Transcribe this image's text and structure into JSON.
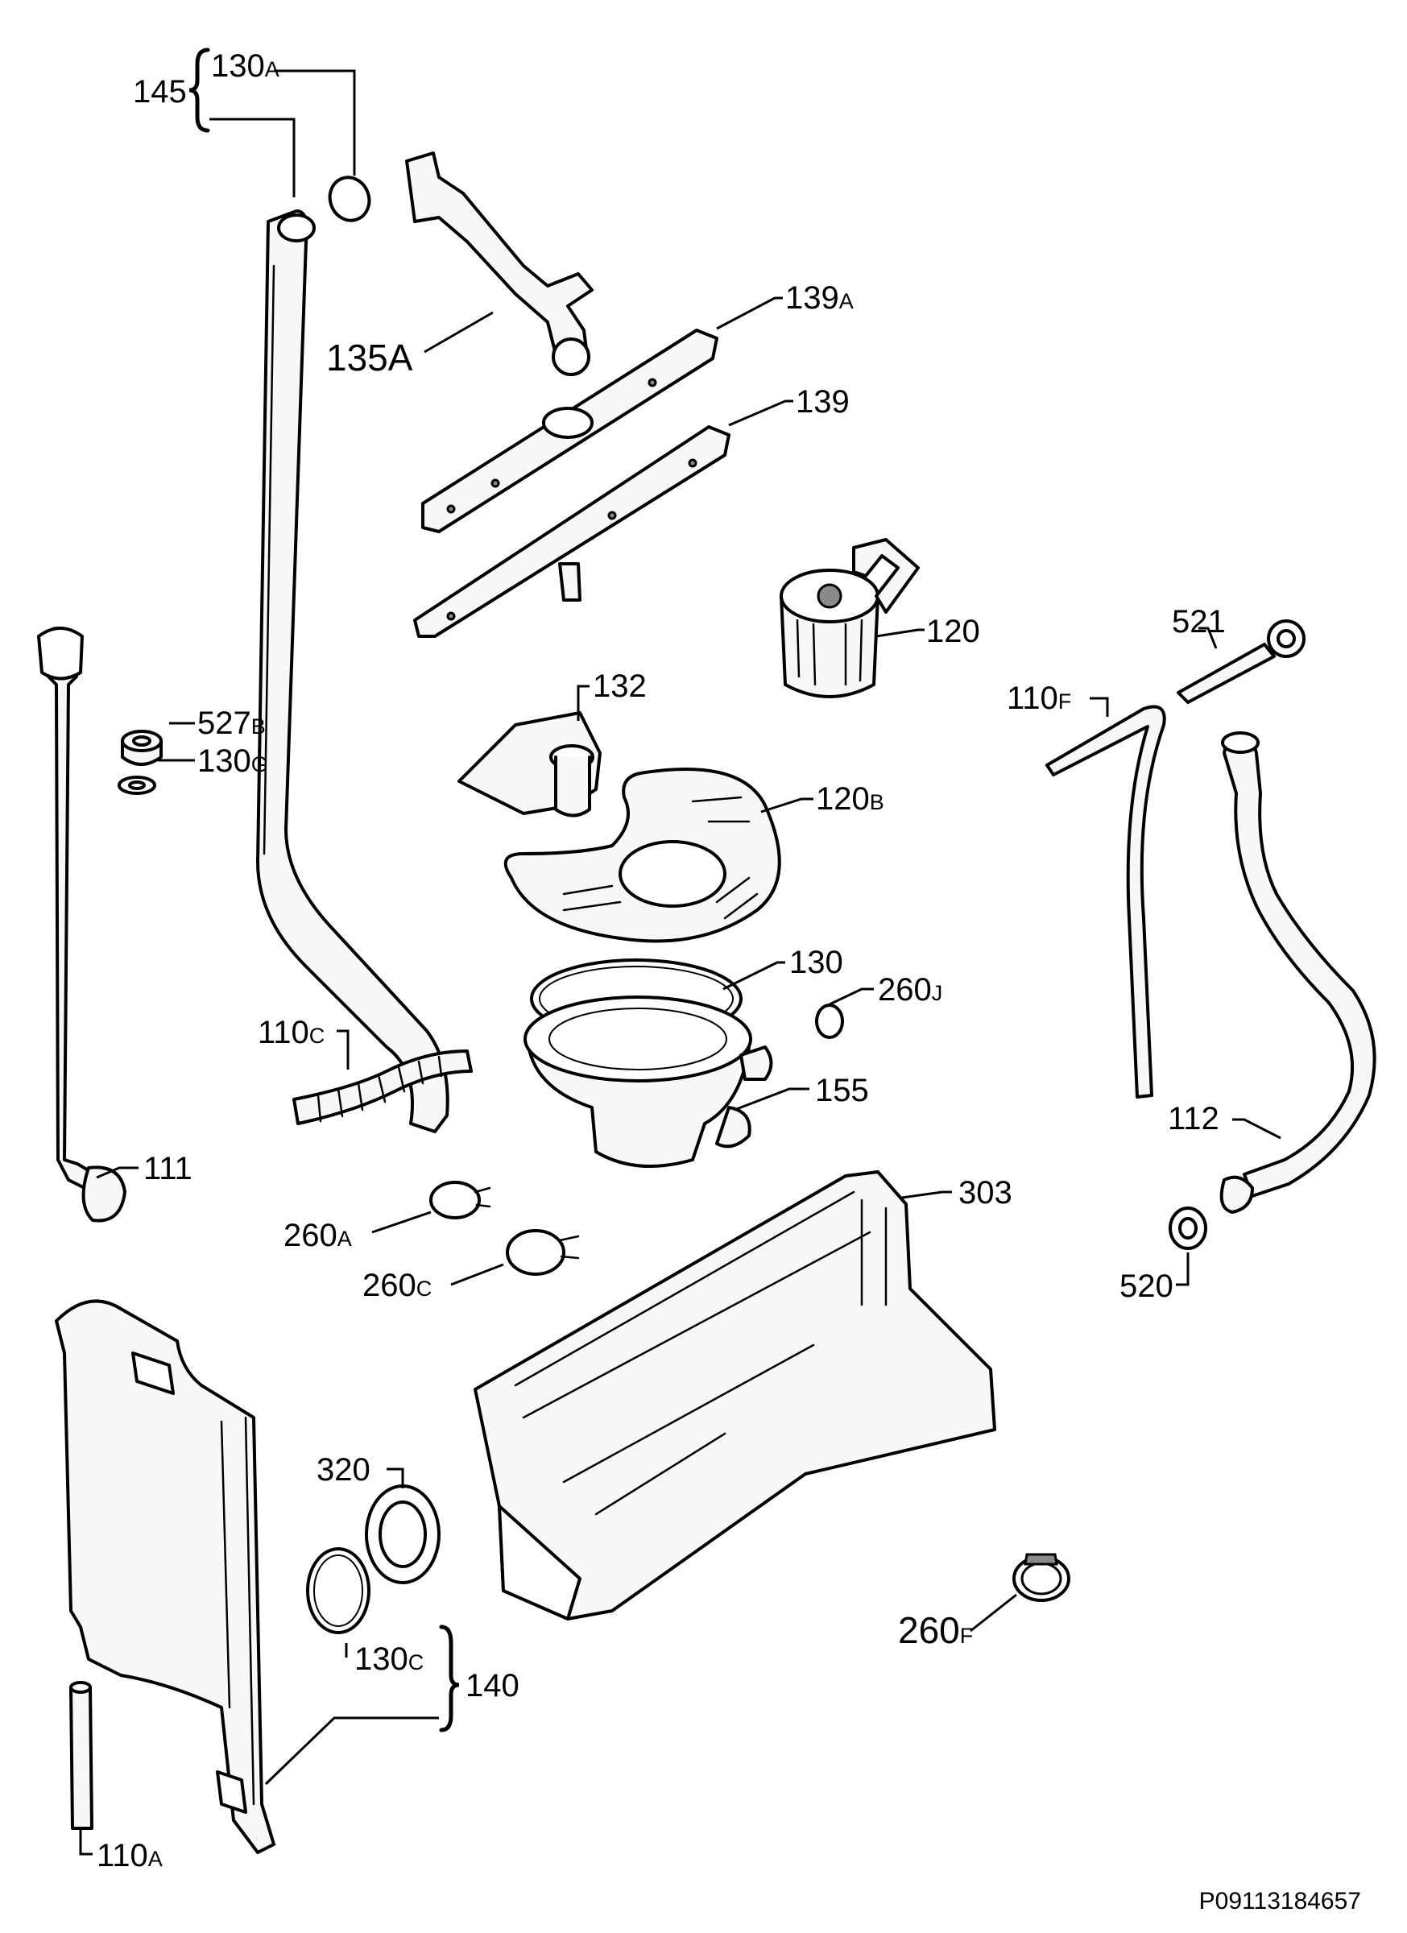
{
  "reference_code": "P09113184657",
  "labels": {
    "l145": "145",
    "l130A": {
      "main": "130",
      "suffix": "A"
    },
    "l135A": "135A",
    "l139A": {
      "main": "139",
      "suffix": "A"
    },
    "l139": "139",
    "l120": "120",
    "l521": "521",
    "l527B": {
      "main": "527",
      "suffix": "B"
    },
    "l130G": {
      "main": "130",
      "suffix": "G"
    },
    "l132": "132",
    "l110F": {
      "main": "110",
      "suffix": "F"
    },
    "l120B": {
      "main": "120",
      "suffix": "B"
    },
    "l130": "130",
    "l260J": {
      "main": "260",
      "suffix": "J"
    },
    "l110C": {
      "main": "110",
      "suffix": "C"
    },
    "l155": "155",
    "l111": "111",
    "l112": "112",
    "l260A": {
      "main": "260",
      "suffix": "A"
    },
    "l303": "303",
    "l260C": {
      "main": "260",
      "suffix": "C"
    },
    "l520": "520",
    "l320": "320",
    "l260F": {
      "main": "260",
      "suffix": "F"
    },
    "l130C": {
      "main": "130",
      "suffix": "C"
    },
    "l140": "140",
    "l110A": {
      "main": "110",
      "suffix": "A"
    }
  }
}
